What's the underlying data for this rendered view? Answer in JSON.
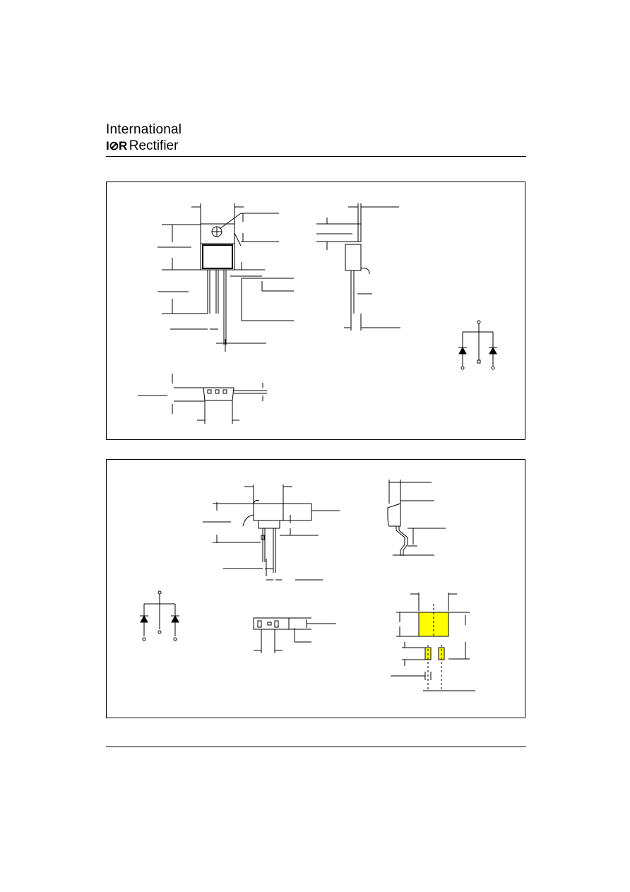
{
  "header": {
    "company_line1": "International",
    "logo_mark": "I⊘R",
    "company_line2": "Rectifier"
  },
  "colors": {
    "ink": "#000000",
    "footprint_fill": "#ffff00"
  },
  "icons": [
    "diode-symbol",
    "mounting-hole-symbol"
  ]
}
